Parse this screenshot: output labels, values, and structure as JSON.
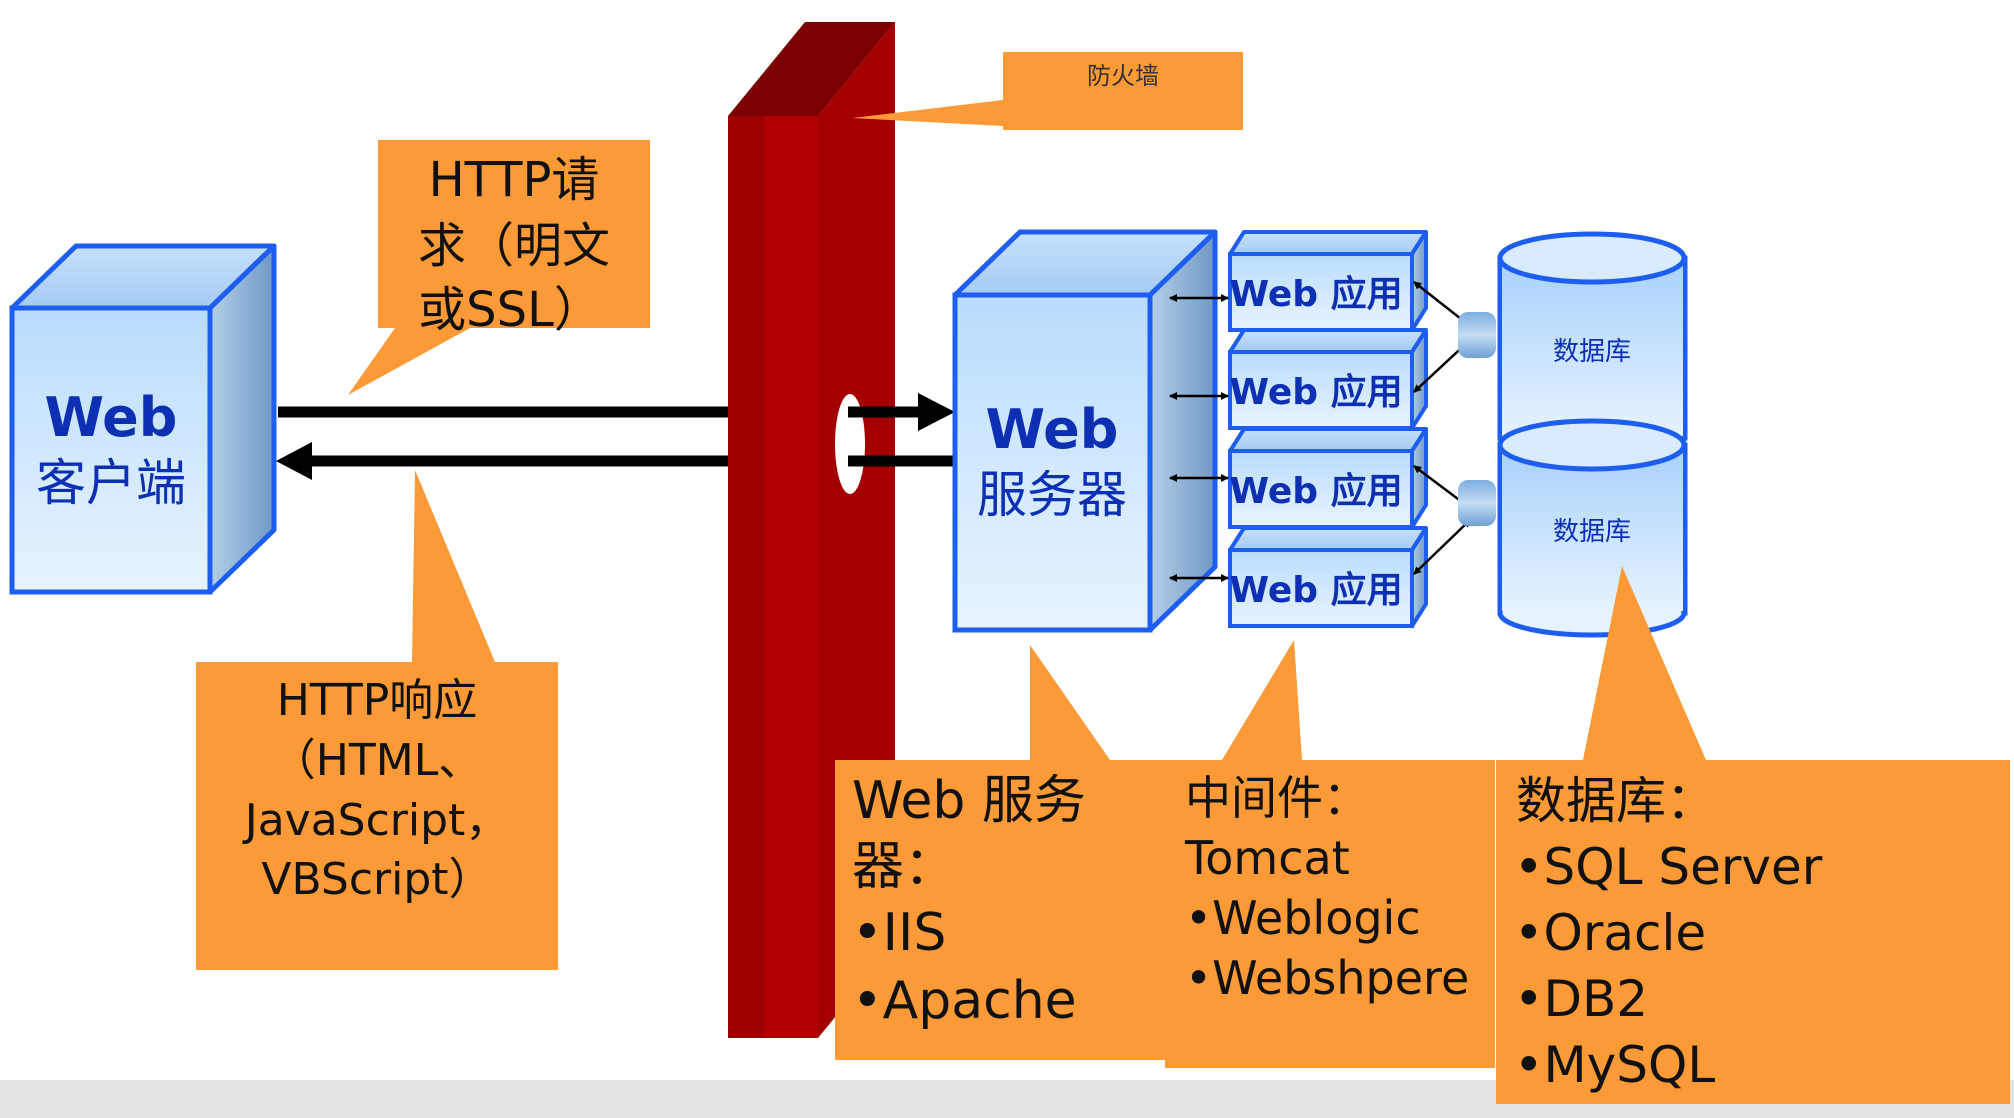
{
  "colors": {
    "box_blue_light": "#d6ebff",
    "box_blue_mid": "#a9cff3",
    "box_blue_dark": "#7ea9d4",
    "box_border": "#1d5ef0",
    "label_blue": "#0c2fb4",
    "callout_orange": "#fb9a36",
    "firewall_front": "#b00000",
    "firewall_dark": "#7c0000",
    "arrow_black": "#000000",
    "bottom_band": "#e4e4e4"
  },
  "client": {
    "label_line1": "Web",
    "label_line2": "客户端"
  },
  "web_server": {
    "label_line1": "Web",
    "label_line2": "服务器"
  },
  "web_apps": [
    {
      "label": "Web 应用"
    },
    {
      "label": "Web 应用"
    },
    {
      "label": "Web 应用"
    },
    {
      "label": "Web 应用"
    }
  ],
  "databases": [
    {
      "label": "数据库"
    },
    {
      "label": "数据库"
    }
  ],
  "callouts": {
    "firewall": "防火墙",
    "request": [
      "HTTP请",
      "求（明文",
      "或SSL）"
    ],
    "response": [
      "HTTP响应",
      "（HTML、",
      "JavaScript，",
      "VBScript）"
    ],
    "server": [
      "Web 服务",
      "器：",
      "•IIS",
      "•Apache"
    ],
    "middleware": [
      "中间件：",
      "Tomcat",
      "•Weblogic",
      "•Webshpere"
    ],
    "database": [
      "数据库：",
      "•SQL Server",
      "•Oracle",
      "•DB2",
      "•MySQL"
    ]
  }
}
